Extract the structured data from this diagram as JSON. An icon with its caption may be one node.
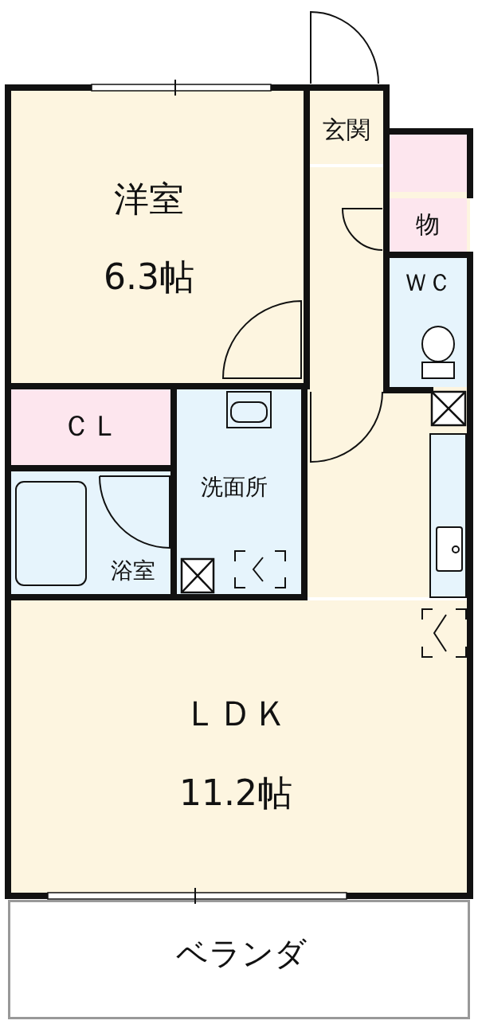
{
  "diagram": {
    "nodes": [
      {
        "text": [
          "洋室",
          "6.3帖"
        ]
      },
      {
        "text": [
          "玄関"
        ]
      },
      {
        "text": [],
        "shape": "box"
      },
      {
        "text": [
          "物"
        ]
      },
      {
        "text": [
          "ＷＣ"
        ]
      },
      {
        "text": [
          "ＣＬ"
        ]
      },
      {
        "text": [
          "洗面所"
        ]
      },
      {
        "text": [
          "浴室"
        ]
      },
      {
        "text": [
          "ＬＤＫ",
          "11.2帖"
        ]
      },
      {
        "text": [
          "ベランダ"
        ]
      }
    ]
  }
}
